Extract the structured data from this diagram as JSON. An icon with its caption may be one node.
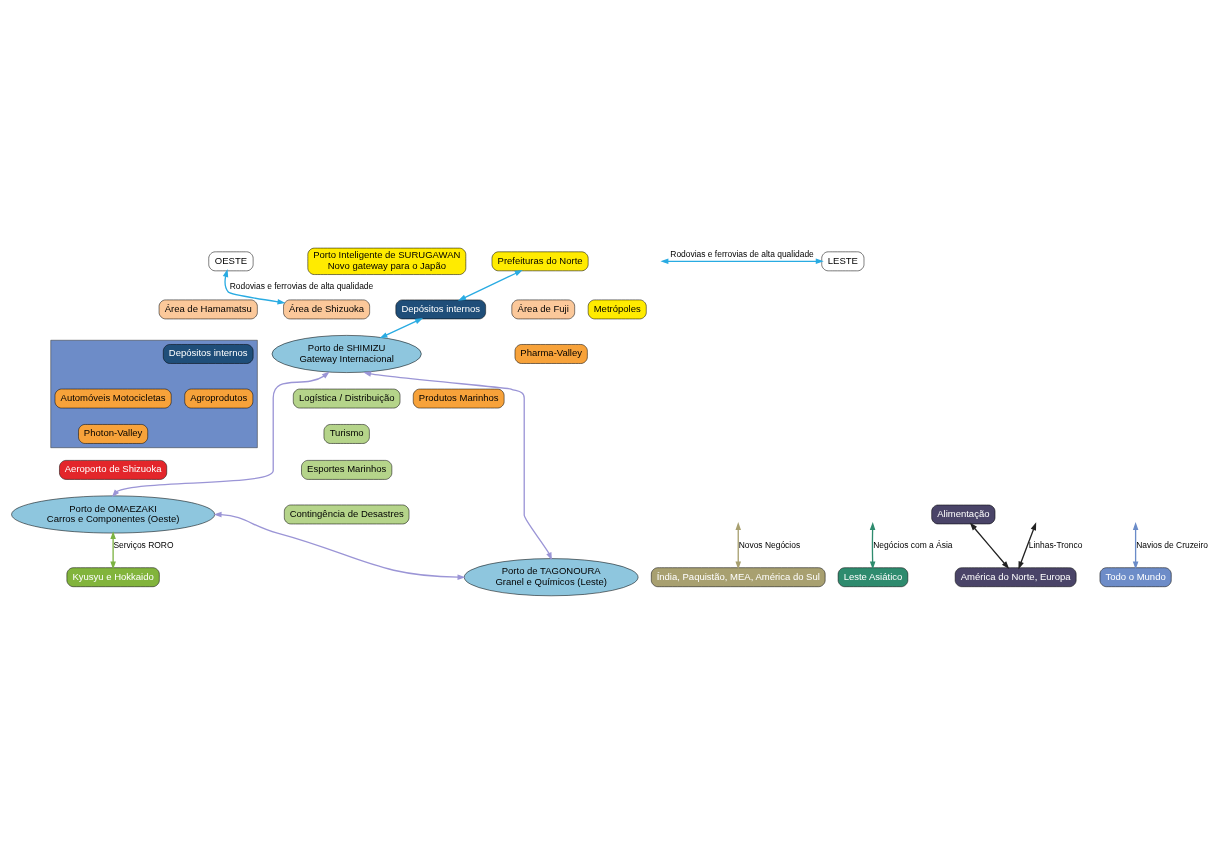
{
  "diagram": {
    "nodes": [
      {
        "text": [
          "Porto Inteligente de SURUGAWAN",
          "Novo gateway para o Japão"
        ]
      },
      {
        "text": [
          "Prefeituras do Norte"
        ]
      },
      {
        "text": [
          "Metrópoles"
        ]
      },
      {
        "text": [
          "OESTE"
        ]
      },
      {
        "text": [
          "Depósitos internos"
        ]
      },
      {
        "text": [
          "Área de Fuji"
        ]
      },
      {
        "text": [
          "Área de Shizuoka"
        ]
      },
      {
        "text": [
          "Pharma-Valley"
        ]
      },
      {
        "text": [
          "LESTE"
        ]
      },
      {
        "text": [],
        "shape": "box"
      },
      {
        "text": [
          "Área de Hamamatsu"
        ]
      },
      {
        "text": [
          "Depósitos internos"
        ],
        "in": 9
      },
      {
        "text": [
          "Automóveis Motocicletas"
        ],
        "in": 9
      },
      {
        "text": [
          "Agroprodutos"
        ],
        "in": 9
      },
      {
        "text": [
          "Photon-Valley"
        ],
        "in": 9
      },
      {
        "text": [
          "Porto de SHIMIZU",
          "Gateway Internacional"
        ]
      },
      {
        "text": [
          "Produtos Marinhos"
        ]
      },
      {
        "text": [
          "Logística / Distribuição"
        ]
      },
      {
        "text": [
          "Turismo"
        ]
      },
      {
        "text": [
          "Esportes Marinhos"
        ]
      },
      {
        "text": [
          "Contingência de Desastres"
        ]
      },
      {
        "text": [
          "Aeroporto de Shizuoka"
        ]
      },
      {
        "text": [
          "Porto de TAGONOURA",
          "Granel e Químicos (Leste)"
        ]
      },
      {
        "text": [
          "Porto de OMAEZAKI",
          "Carros e Componentes (Oeste)"
        ]
      },
      {
        "text": [
          "Kyusyu e Hokkaido"
        ]
      },
      {
        "text": [
          "Índia, Paquistão, MEA, América do Sul"
        ]
      },
      {
        "text": [
          "Leste Asiático"
        ]
      },
      {
        "text": [
          "Alimentação"
        ]
      },
      {
        "text": [
          "América do Norte, Europa"
        ]
      },
      {
        "text": [
          "Todo o Mundo"
        ]
      }
    ],
    "edges": [
      {
        "from": 6,
        "to": 3,
        "arrow": "both",
        "label": "Rodovias e ferrovias de alta qualidade",
        "color": "#29abe2"
      },
      {
        "from": null,
        "to": 8,
        "arrow": "both",
        "label": "Rodovias e ferrovias de alta qualidade",
        "color": "#29abe2"
      },
      {
        "from": 4,
        "to": 1,
        "arrow": "both",
        "color": "#29abe2"
      },
      {
        "from": 4,
        "to": 15,
        "arrow": "both",
        "color": "#29abe2"
      },
      {
        "from": 15,
        "to": 23,
        "arrow": "both",
        "color": "#9b95d6"
      },
      {
        "from": 15,
        "to": 22,
        "arrow": "both",
        "color": "#9b95d6"
      },
      {
        "from": 23,
        "to": 22,
        "arrow": "both",
        "color": "#9b95d6"
      },
      {
        "from": 23,
        "to": 24,
        "arrow": "both",
        "label": "Serviços RORO",
        "color": "#7cb342"
      },
      {
        "from": null,
        "to": 25,
        "arrow": "both",
        "label": "Novos Negócios",
        "color": "#a8a070"
      },
      {
        "from": null,
        "to": 26,
        "arrow": "both",
        "label": "Negócios com a Ásia",
        "color": "#2e8b6e"
      },
      {
        "from": null,
        "to": 29,
        "arrow": "both",
        "label": "Navios de Cruzeiro",
        "color": "#6a8bc8"
      },
      {
        "from": null,
        "to": 28,
        "arrow": "both",
        "label": "Linhas-Tronco",
        "color": "#222222"
      },
      {
        "from": 27,
        "to": 28,
        "arrow": "both",
        "color": "#222222"
      }
    ]
  }
}
